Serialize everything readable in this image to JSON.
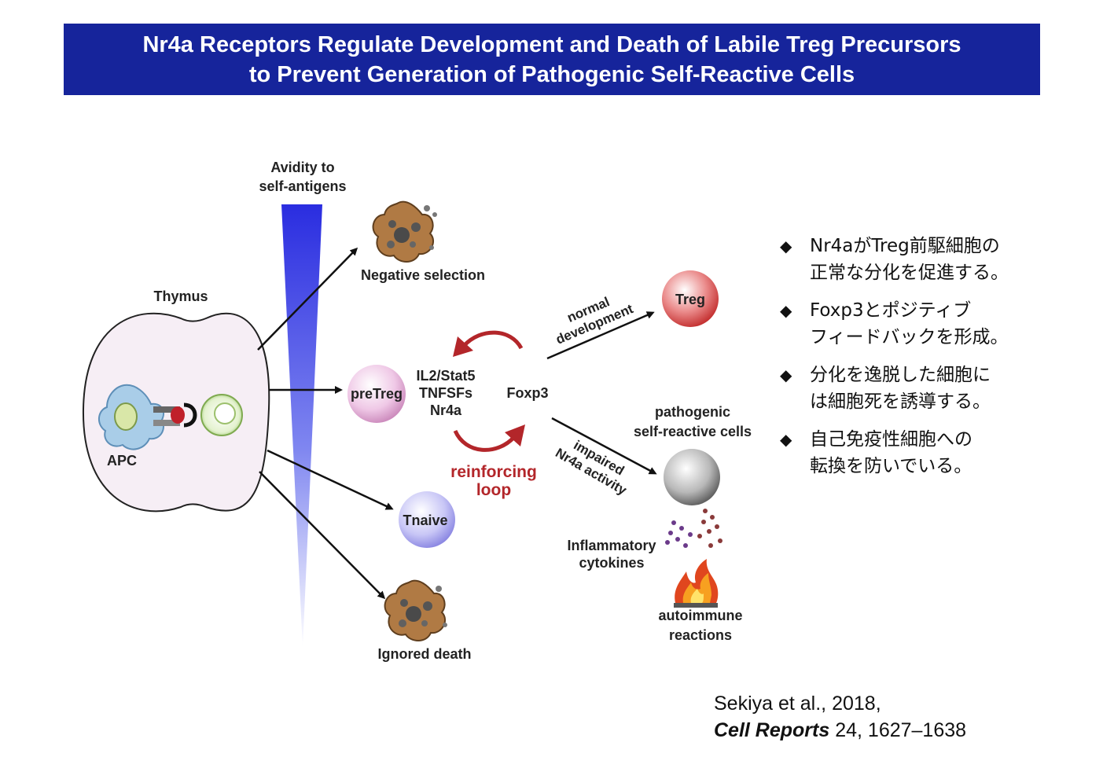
{
  "title": {
    "line1": "Nr4a Receptors Regulate Development and Death of Labile Treg Precursors",
    "line2": "to Prevent Generation of Pathogenic Self-Reactive Cells"
  },
  "diagram": {
    "avidity_line1": "Avidity to",
    "avidity_line2": "self-antigens",
    "thymus": "Thymus",
    "apc": "APC",
    "negative_selection": "Negative selection",
    "pretreg": "preTreg",
    "tnaive": "Tnaive",
    "ignored_death": "Ignored death",
    "factor_il2": "IL2/Stat5",
    "factor_tnfsf": "TNFSFs",
    "factor_nr4a": "Nr4a",
    "foxp3": "Foxp3",
    "loop_line1": "reinforcing",
    "loop_line2": "loop",
    "normal_line1": "normal",
    "normal_line2": "development",
    "treg": "Treg",
    "impaired_line1": "impaired",
    "impaired_line2": "Nr4a activity",
    "pathogenic_line1": "pathogenic",
    "pathogenic_line2": "self-reactive cells",
    "inflammatory_line1": "Inflammatory",
    "inflammatory_line2": "cytokines",
    "autoimmune_line1": "autoimmune",
    "autoimmune_line2": "reactions"
  },
  "bullets": [
    {
      "line1": "Nr4aがTreg前駆細胞の",
      "line2": "正常な分化を促進する。"
    },
    {
      "line1": "Foxp3とポジティブ",
      "line2": "フィードバックを形成。"
    },
    {
      "line1": "分化を逸脱した細胞に",
      "line2": "は細胞死を誘導する。"
    },
    {
      "line1": "自己免疫性細胞への",
      "line2": "転換を防いでいる。"
    }
  ],
  "bullet_marker": "◆",
  "citation": {
    "line1": "Sekiya et al., 2018,",
    "journal": "Cell Reports",
    "rest": " 24, 1627–1638"
  },
  "colors": {
    "title_bg": "#16249b",
    "gradient": "#2a2de0",
    "loop_red": "#b3262a",
    "treg_red": "#c83030",
    "thymus_fill": "#f6eef5"
  },
  "icons": [
    "dying-cell-icon",
    "fire-icon",
    "apc-cell-icon",
    "t-cell-icon"
  ]
}
